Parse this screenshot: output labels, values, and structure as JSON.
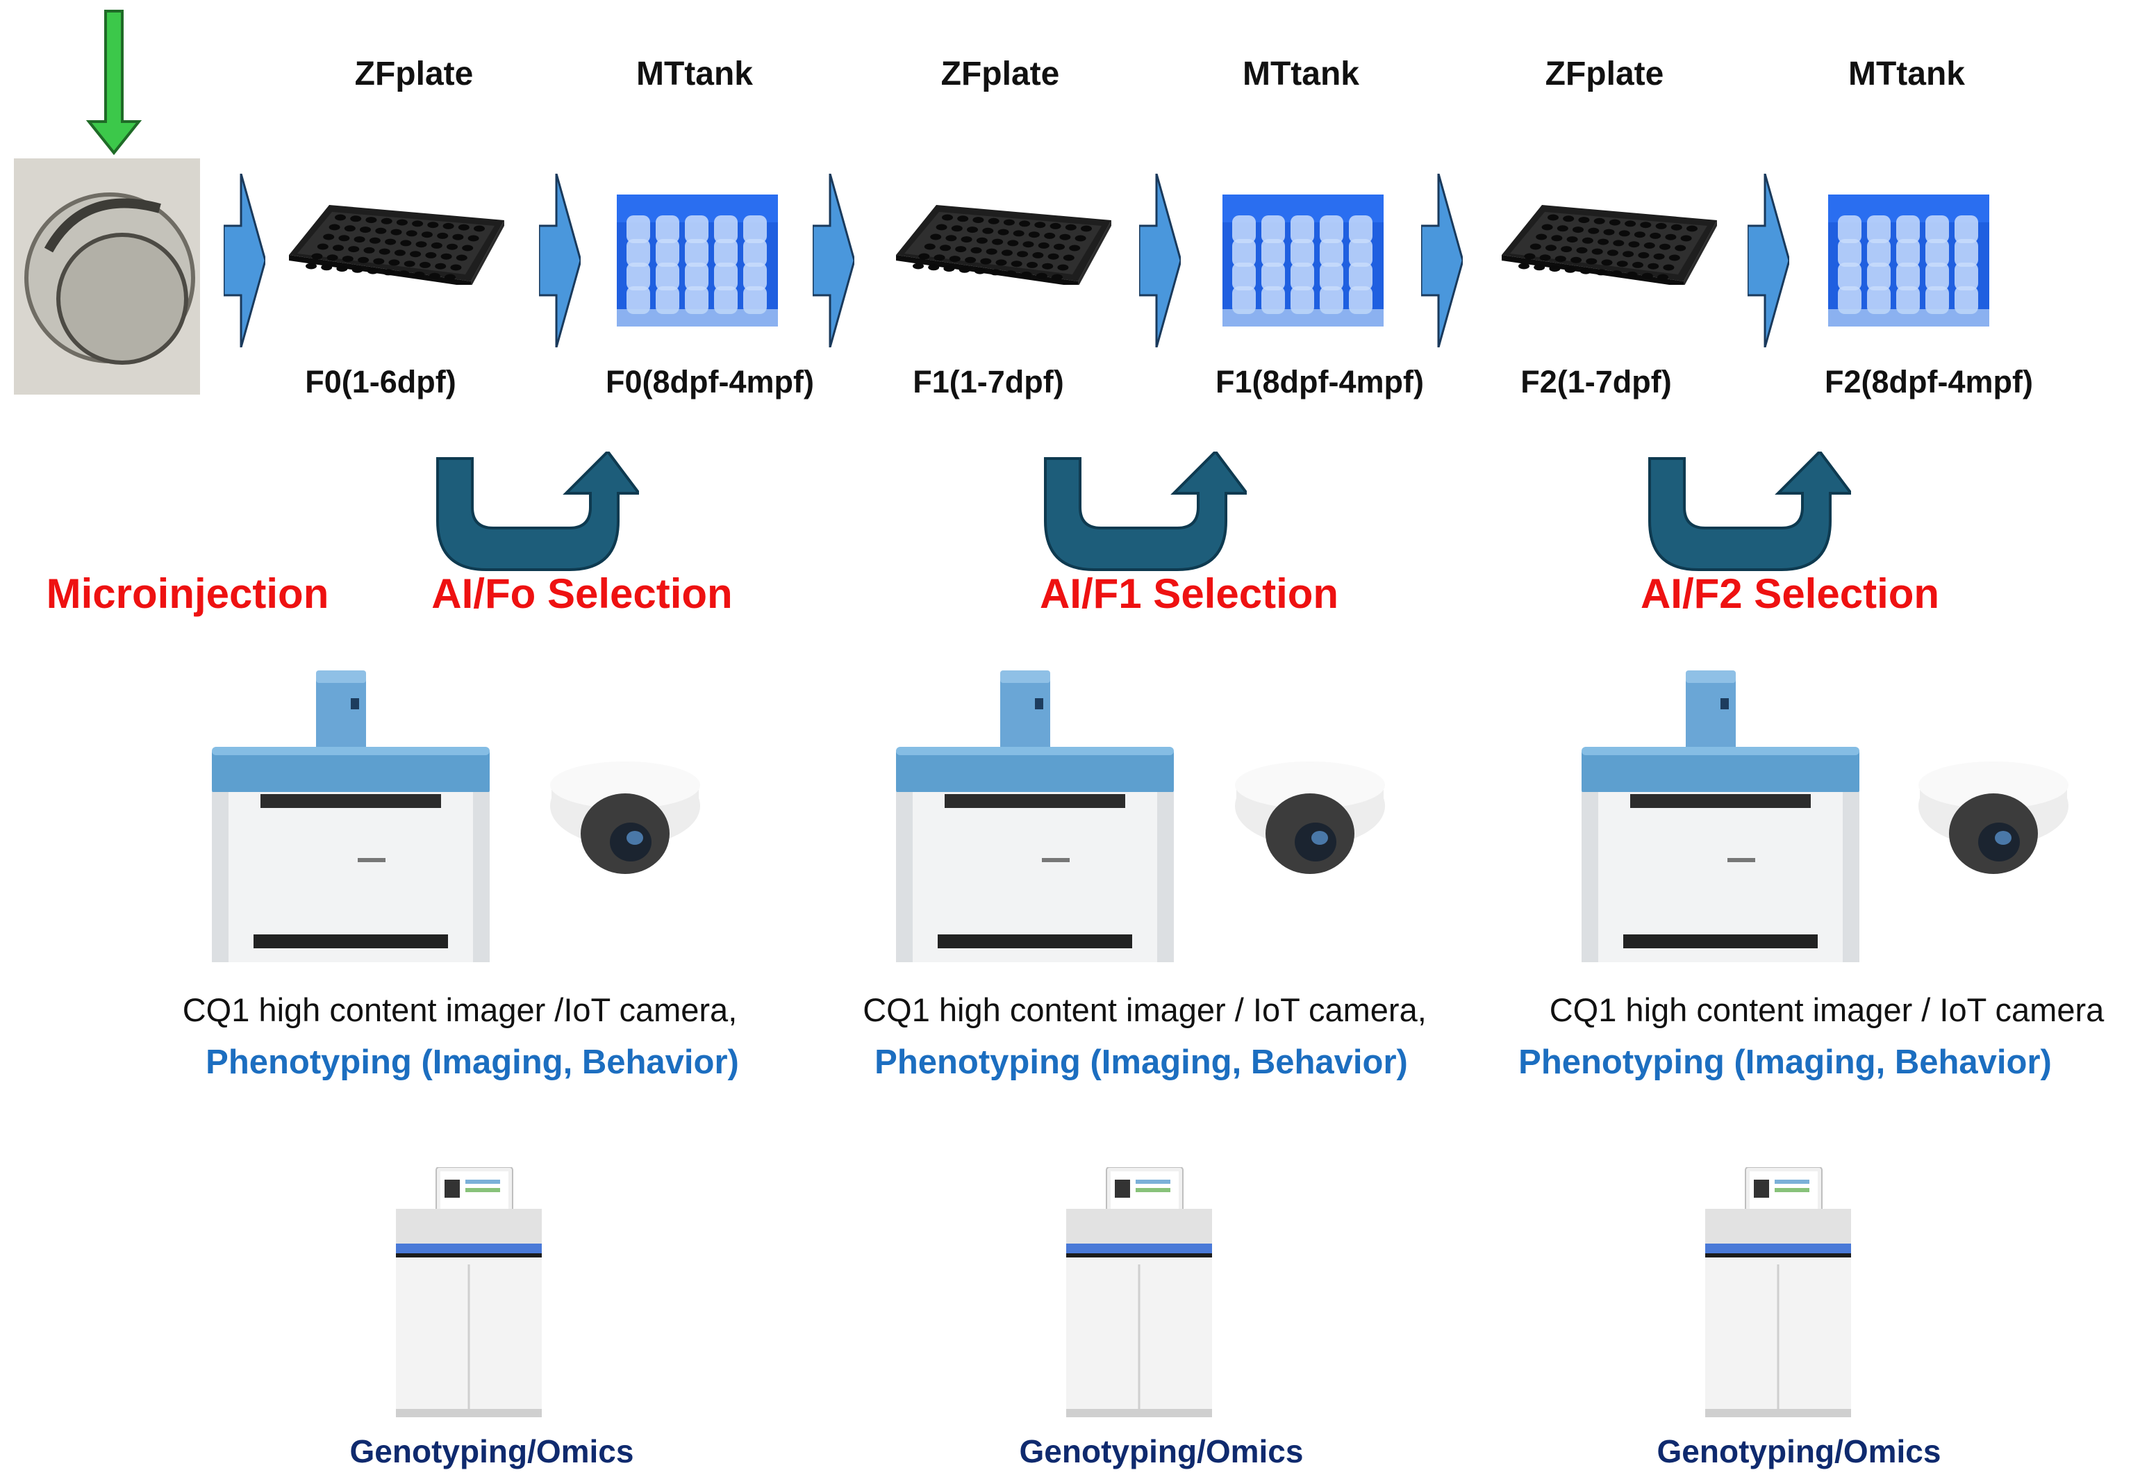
{
  "colors": {
    "flow_arrow": "#4a97dc",
    "selection_arrow": "#1d5d7a",
    "injection_arrow": "#3cc84a",
    "red_text": "#ee1111",
    "blue_text": "#1c6ec0",
    "navy_text": "#0f2a6e",
    "tank_blue": "#1f5fe0",
    "imager_blue": "#5d9fcf"
  },
  "icons": {
    "embryo": "zebrafish-embryo-photo",
    "plate": "96-well-plate",
    "tank": "mini-tank-rack",
    "imager": "cq1-imager",
    "camera": "dome-iot-camera",
    "sequencer": "sequencer"
  },
  "header": {
    "zfplate": "ZFplate",
    "mttank": "MTtank"
  },
  "stages": [
    "F0(1-6dpf)",
    "F0(8dpf-4mpf)",
    "F1(1-7dpf)",
    "F1(8dpf-4mpf)",
    "F2(1-7dpf)",
    "F2(8dpf-4mpf)"
  ],
  "labels": {
    "microinjection": "Microinjection",
    "selections": [
      "AI/Fo Selection",
      "AI/F1 Selection",
      "AI/F2 Selection"
    ]
  },
  "instruments": [
    "CQ1 high content imager /IoT camera,",
    "CQ1 high content imager / IoT camera,",
    "CQ1 high content imager / IoT camera"
  ],
  "phenotyping": "Phenotyping (Imaging, Behavior)",
  "genotyping": "Genotyping/Omics"
}
